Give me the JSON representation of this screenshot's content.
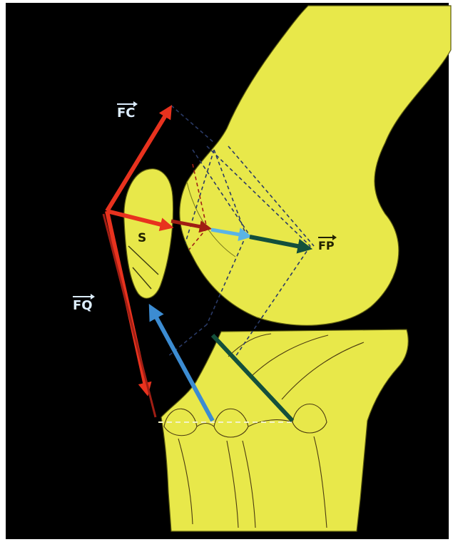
{
  "diagram": {
    "labels": {
      "fc": "FC",
      "fq": "FQ",
      "fp": "FP",
      "s": "S"
    },
    "colors": {
      "background": "#000000",
      "bone": "#e8e84a",
      "bone_outline": "#5a5a10",
      "force_red": "#e8321e",
      "force_dark_red": "#a01e14",
      "force_blue": "#3c8cd2",
      "force_light_blue": "#5ab4e6",
      "force_dark_green": "#14503c",
      "guide_dashed": "#2a3a66",
      "label_text_light": "#ddeeff",
      "label_text_dark": "#222200"
    }
  }
}
